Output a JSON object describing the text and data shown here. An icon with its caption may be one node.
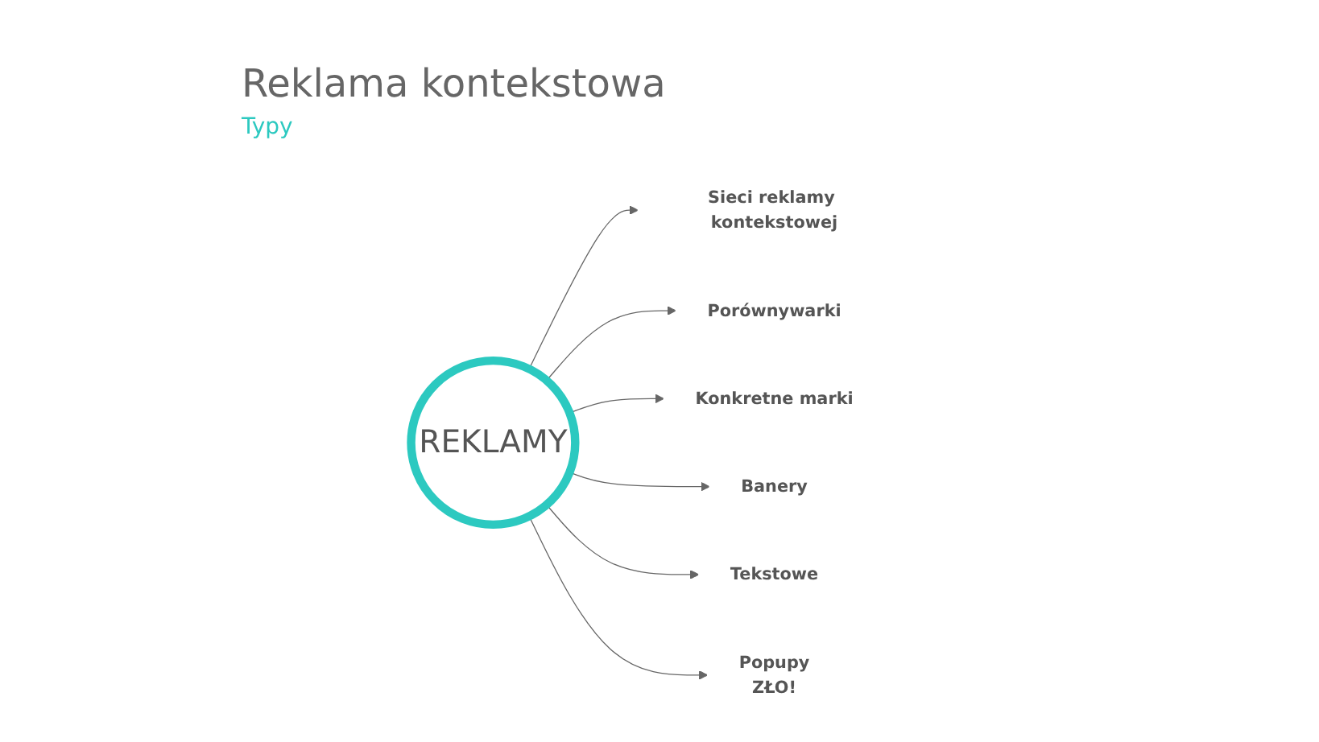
{
  "diagram": {
    "title": "Reklama kontekstowa",
    "nodes": [
      {
        "text": [
          "REKLAMY"
        ]
      },
      {
        "text": [
          "Sieci reklamy kontekstowej"
        ]
      },
      {
        "text": [
          "Porównywarki"
        ]
      },
      {
        "text": [
          "Konkretne marki"
        ]
      },
      {
        "text": [
          "Banery"
        ]
      },
      {
        "text": [
          "Tekstowe"
        ]
      },
      {
        "text": [
          "Popupy",
          "ZŁO!"
        ]
      }
    ],
    "edges": [
      {
        "from": 0,
        "to": 1,
        "arrow": "to"
      },
      {
        "from": 0,
        "to": 2,
        "arrow": "to"
      },
      {
        "from": 0,
        "to": 3,
        "arrow": "to"
      },
      {
        "from": 0,
        "to": 4,
        "arrow": "to"
      },
      {
        "from": 0,
        "to": 5,
        "arrow": "to"
      },
      {
        "from": 0,
        "to": 6,
        "arrow": "to"
      }
    ],
    "labels": [
      "Typy"
    ]
  }
}
